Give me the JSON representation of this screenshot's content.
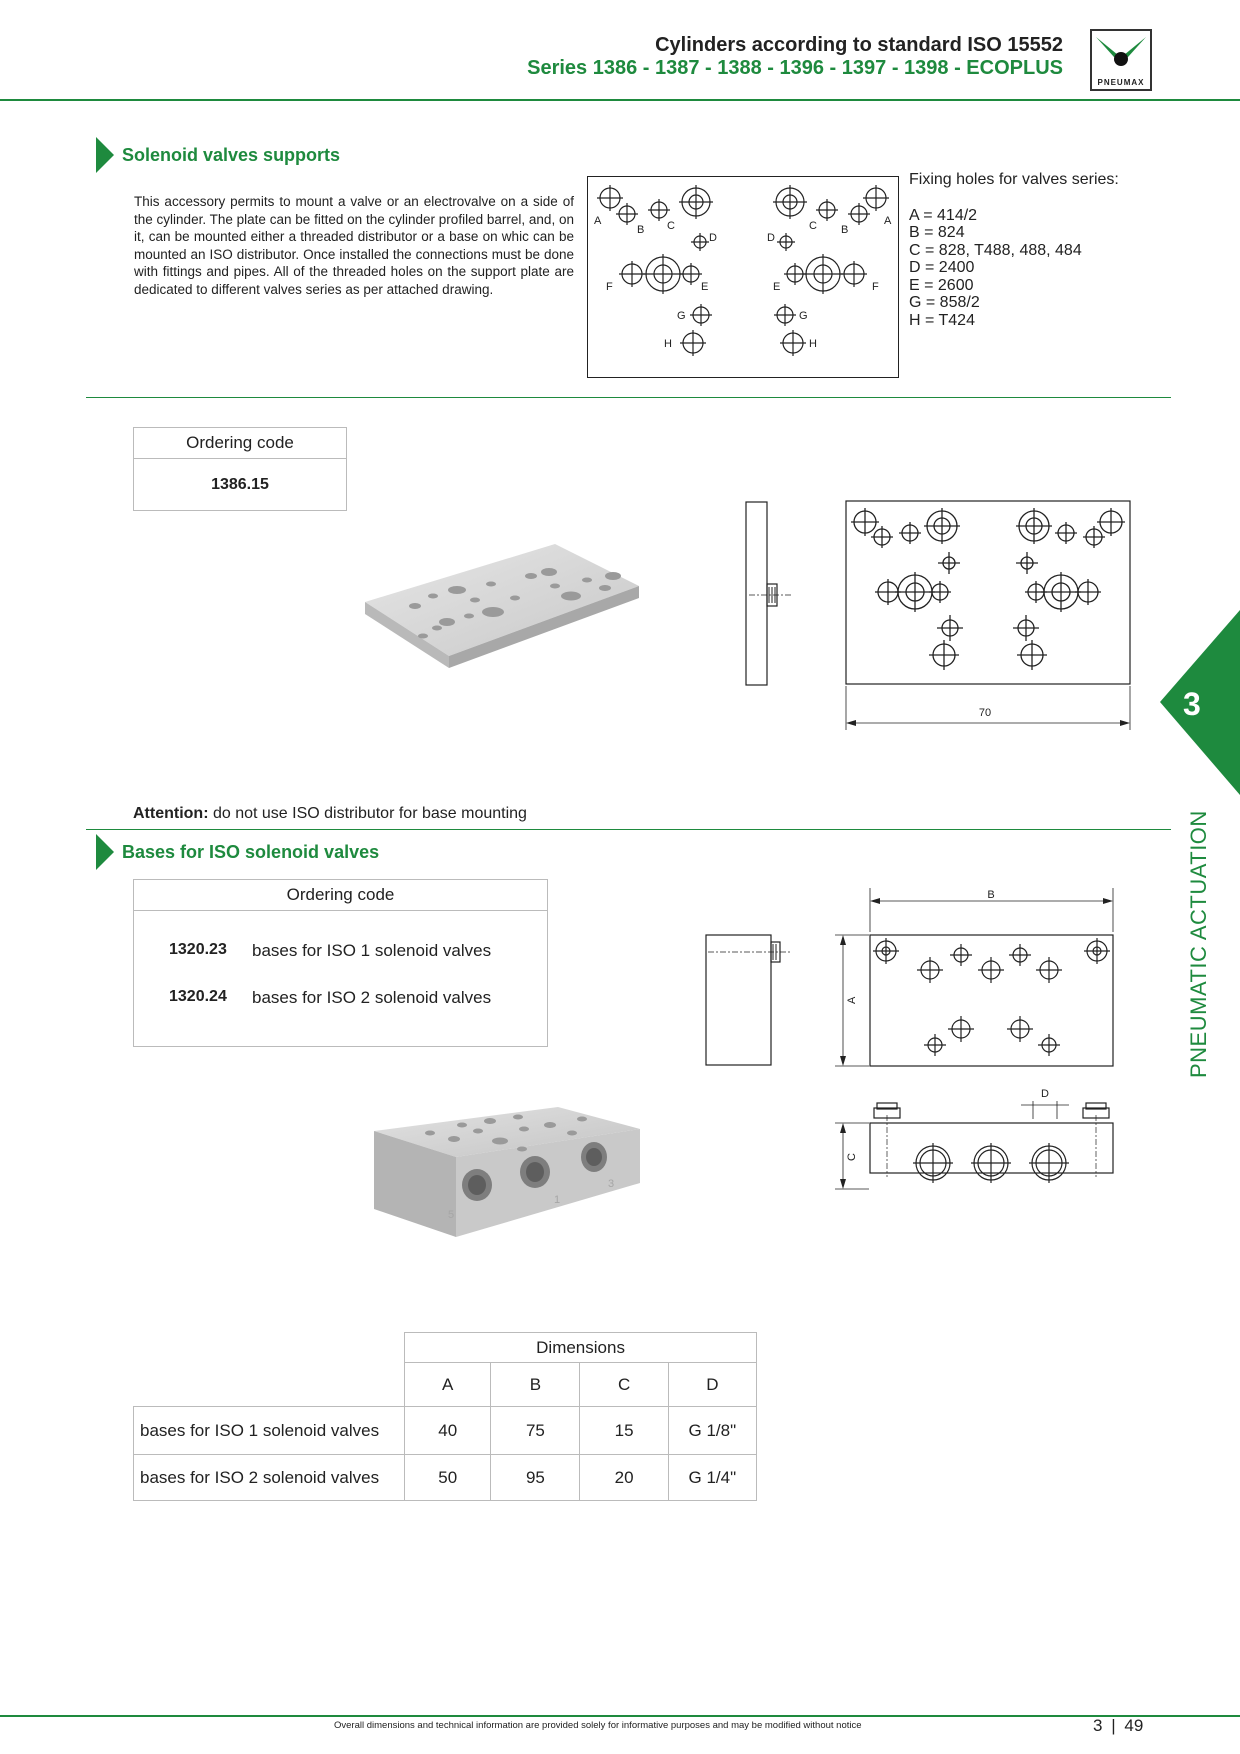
{
  "header": {
    "title": "Cylinders according to standard ISO 15552",
    "subtitle": "Series 1386 - 1387 - 1388 - 1396 - 1397 - 1398 - ECOPLUS",
    "logo_text": "PNEUMAX"
  },
  "section1": {
    "title": "Solenoid valves supports",
    "description": "This accessory permits to mount a valve or an electrovalve on a side of the cylinder. The plate can be fitted on the cylinder profiled barrel, and, on it, can be mounted either a threaded distributor or a base on whic can be mounted an ISO distributor. Once installed the connections must be done with fittings and pipes. All of the threaded holes on the support plate are dedicated to different valves series as per attached drawing.",
    "fixing_title": "Fixing holes for valves series:",
    "fixing_list": [
      "A = 414/2",
      "B = 824",
      "C = 828, T488, 488, 484",
      "D = 2400",
      "E = 2600",
      "G = 858/2",
      "H = T424"
    ],
    "hole_labels": {
      "a": "A",
      "b": "B",
      "c": "C",
      "d": "D",
      "e": "E",
      "f": "F",
      "g": "G",
      "h": "H"
    },
    "ordering_label": "Ordering code",
    "ordering_code": "1386.15",
    "dimension_70": "70",
    "attention_label": "Attention:",
    "attention_text": " do not use ISO distributor for base mounting"
  },
  "section2": {
    "title": "Bases for ISO solenoid valves",
    "ordering_label": "Ordering code",
    "items": [
      {
        "code": "1320.23",
        "desc": "bases for ISO 1 solenoid valves"
      },
      {
        "code": "1320.24",
        "desc": "bases for ISO 2 solenoid valves"
      }
    ],
    "drawing_labels": {
      "a": "A",
      "b": "B",
      "c": "C",
      "d": "D"
    },
    "port_labels": [
      "5",
      "1",
      "3"
    ]
  },
  "dimensions_table": {
    "title": "Dimensions",
    "columns": [
      "A",
      "B",
      "C",
      "D"
    ],
    "rows": [
      {
        "label": "bases for ISO 1 solenoid valves",
        "values": [
          "40",
          "75",
          "15",
          "G 1/8\""
        ]
      },
      {
        "label": "bases for ISO 2 solenoid valves",
        "values": [
          "50",
          "95",
          "20",
          "G 1/4\""
        ]
      }
    ]
  },
  "side_tab": {
    "number": "3",
    "label": "PNEUMATIC ACTUATION"
  },
  "footer": {
    "note": "Overall dimensions and technical information are provided solely for informative purposes and may be modified without notice",
    "chapter": "3",
    "page": "49"
  },
  "colors": {
    "brand_green": "#1e8a3e",
    "text": "#222222",
    "border": "#bbbbbb"
  }
}
